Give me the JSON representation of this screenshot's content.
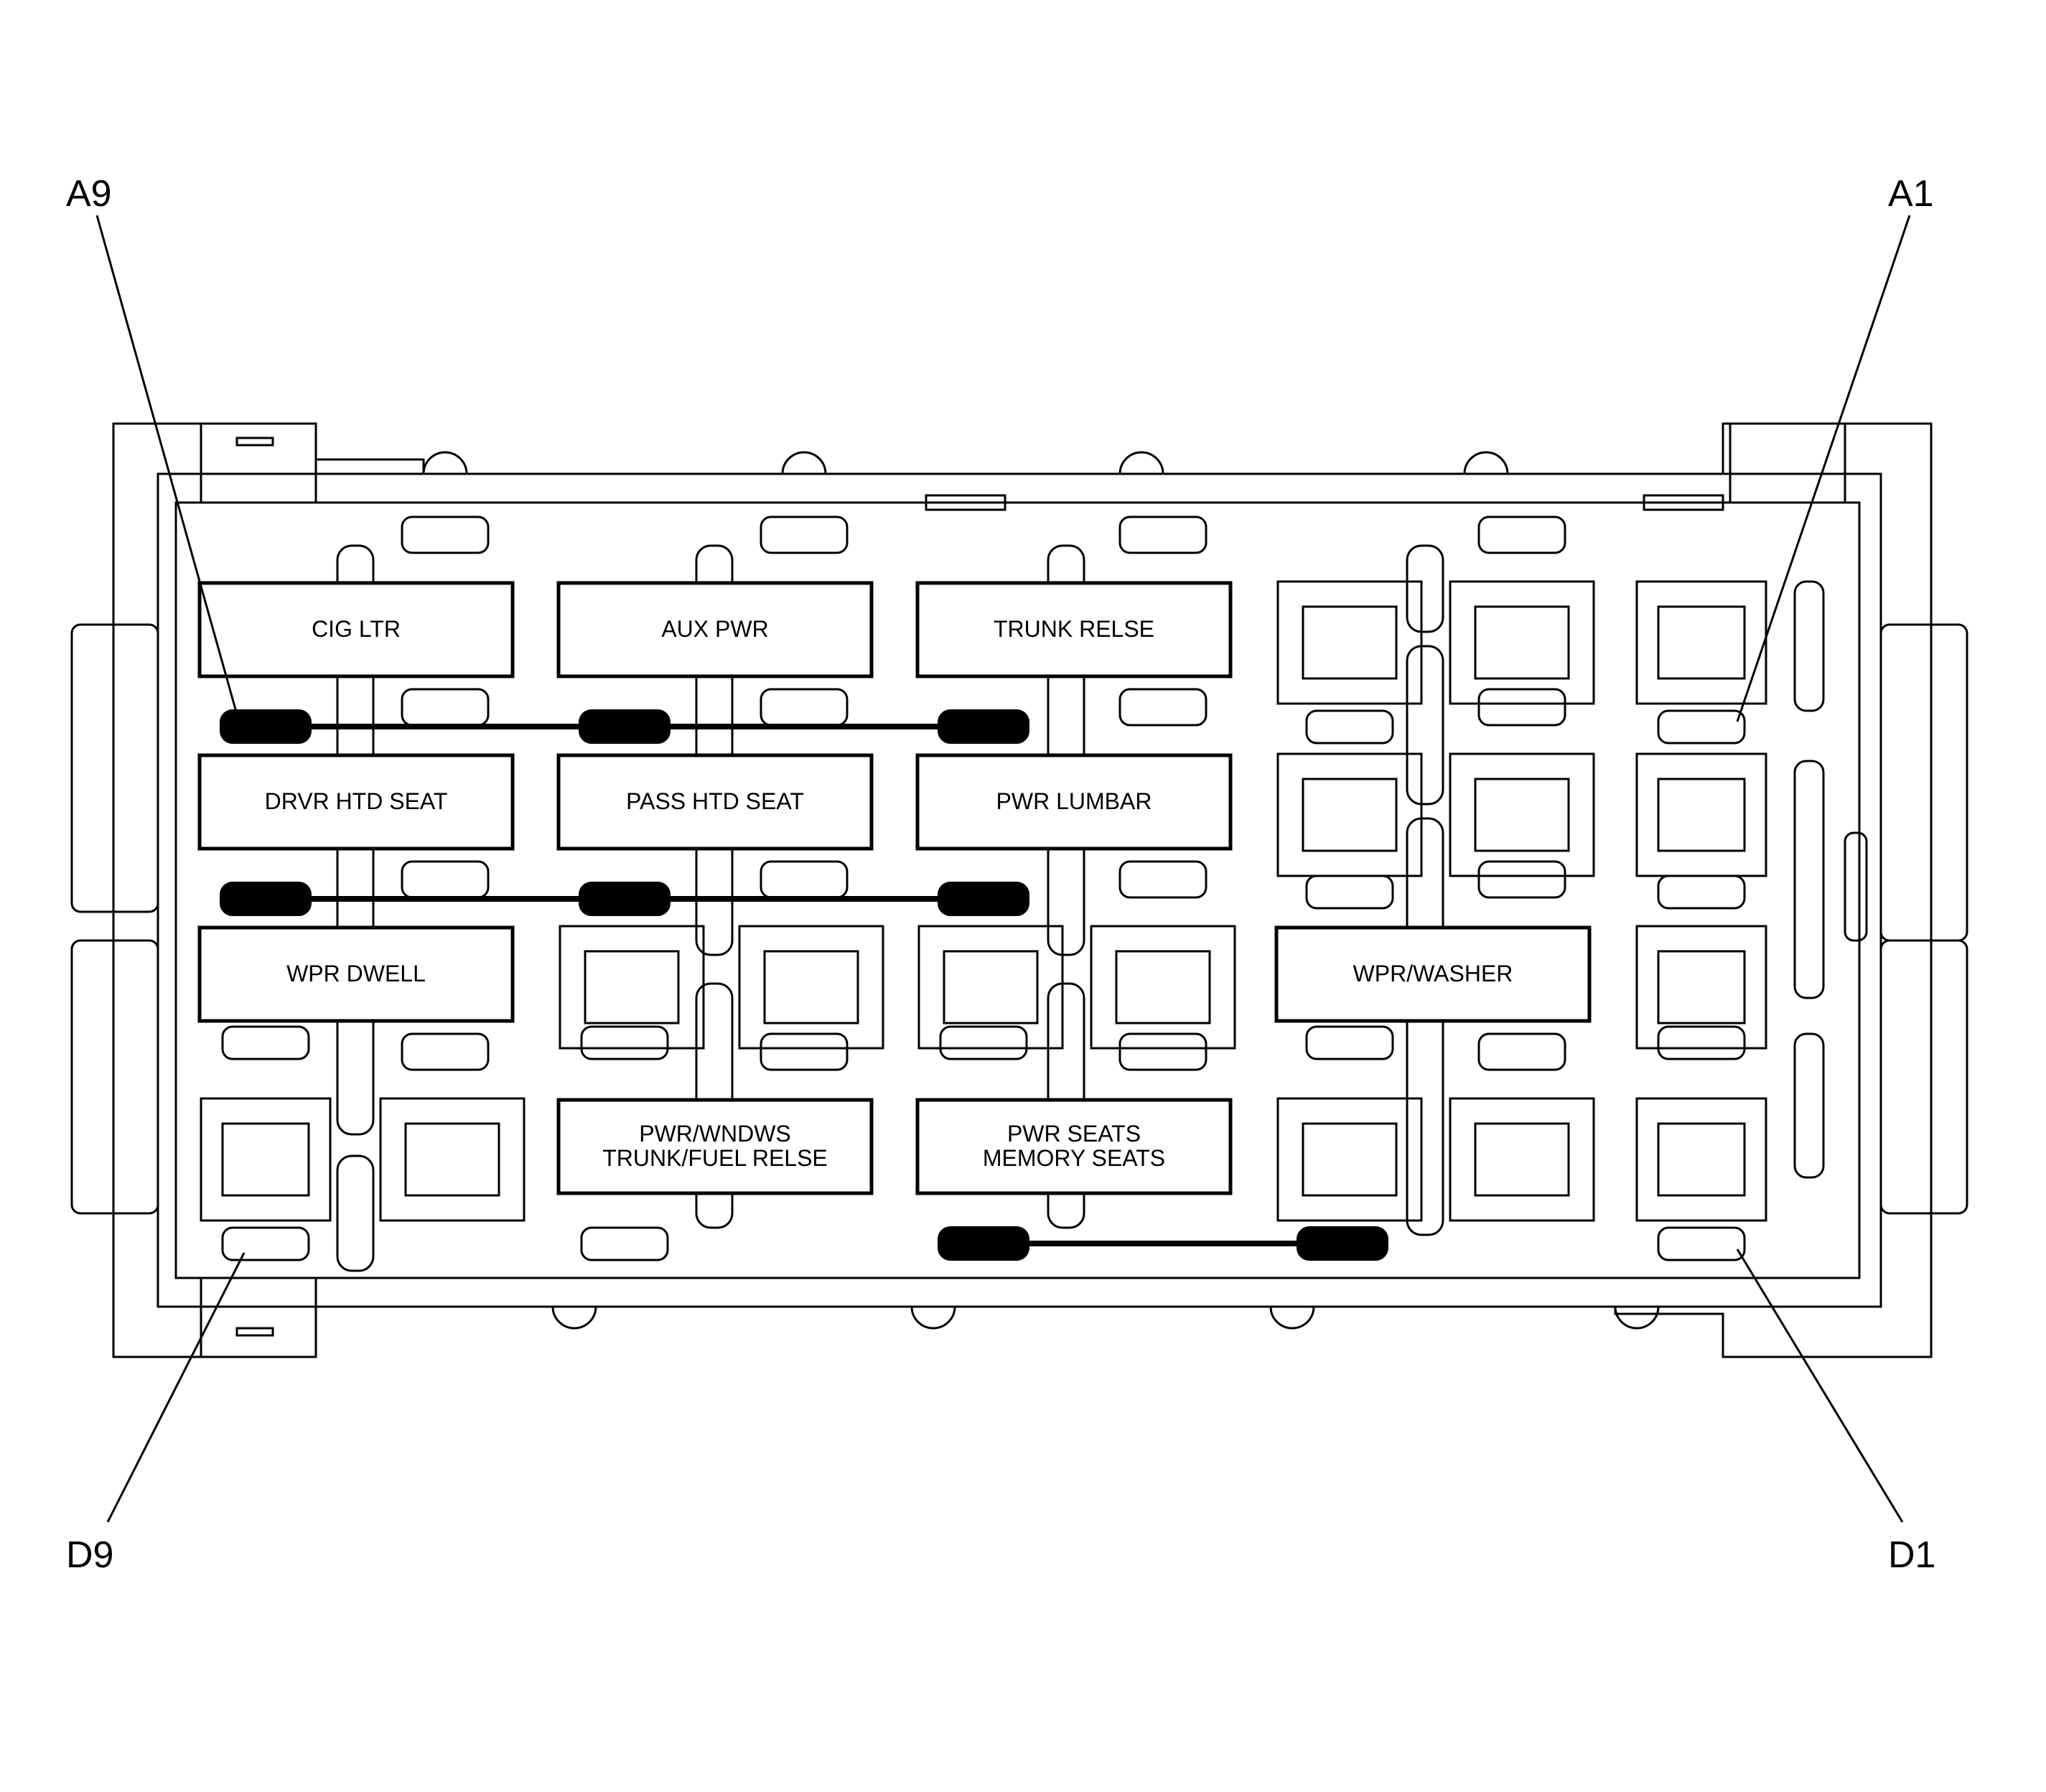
{
  "corners": {
    "top_left": "A9",
    "top_right": "A1",
    "bottom_left": "D9",
    "bottom_right": "D1"
  },
  "relays": {
    "cig_ltr": "CIG LTR",
    "aux_pwr": "AUX PWR",
    "trunk_relse": "TRUNK RELSE",
    "drvr_htd_seat": "DRVR HTD SEAT",
    "pass_htd_seat": "PASS HTD SEAT",
    "pwr_lumbar": "PWR LUMBAR",
    "wpr_dwell": "WPR DWELL",
    "wpr_washer": "WPR/WASHER",
    "pwr_wndws_line1": "PWR/WNDWS",
    "pwr_wndws_line2": "TRUNK/FUEL RELSE",
    "pwr_seats_line1": "PWR SEATS",
    "pwr_seats_line2": "MEMORY SEATS"
  },
  "colors": {
    "ink": "#000000",
    "paper": "#ffffff"
  }
}
